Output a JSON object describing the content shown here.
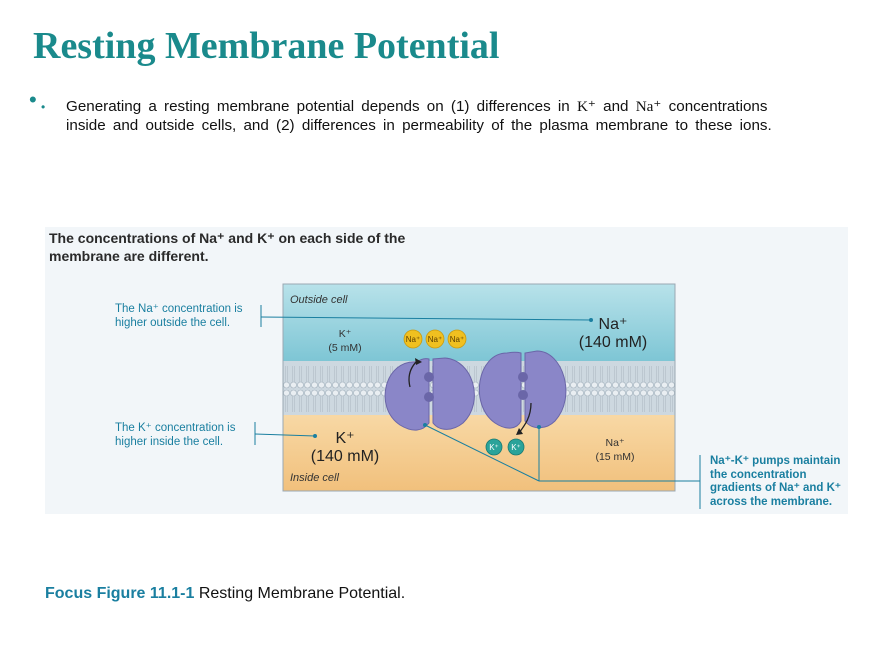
{
  "slide": {
    "title": "Resting Membrane Potential",
    "bullet": {
      "part1": "Generating a resting membrane potential depends on (1) differences in ",
      "k_ion": "K⁺",
      "part2": " and ",
      "na_ion": "Na⁺",
      "part3": " concentrations inside and outside cells, and (2) differences in permeability of the plasma membrane to these ions."
    }
  },
  "figure": {
    "heading_line1": "The concentrations of Na⁺ and K⁺ on each side of the",
    "heading_line2": "membrane are different.",
    "outside_label": "Outside cell",
    "inside_label": "Inside cell",
    "note_na_line1": "The Na⁺ concentration is",
    "note_na_line2": "higher outside the cell.",
    "note_k_line1": "The K⁺ concentration is",
    "note_k_line2": "higher inside the cell.",
    "note_pump_lines": [
      "Na⁺-K⁺ pumps maintain",
      "the concentration",
      "gradients of Na⁺ and K⁺",
      "across the membrane."
    ],
    "k_out_ion": "K⁺",
    "k_out_conc": "(5 mM)",
    "na_out_ion": "Na⁺",
    "na_out_conc": "(140 mM)",
    "k_in_ion": "K⁺",
    "k_in_conc": "(140 mM)",
    "na_in_ion": "Na⁺",
    "na_in_conc": "(15 mM)",
    "na_token": "Na⁺",
    "k_token": "K⁺"
  },
  "caption": {
    "bold": "Focus Figure 11.1-1",
    "text": " Resting Membrane Potential."
  },
  "colors": {
    "title": "#1a8a8c",
    "annotation": "#1a7fa0",
    "outside_fluid": "#8fd0dc",
    "inside_fluid": "#f5c98c",
    "pump": "#8a86c8",
    "na_ion": "#f0c020",
    "k_ion": "#2aa39a"
  }
}
